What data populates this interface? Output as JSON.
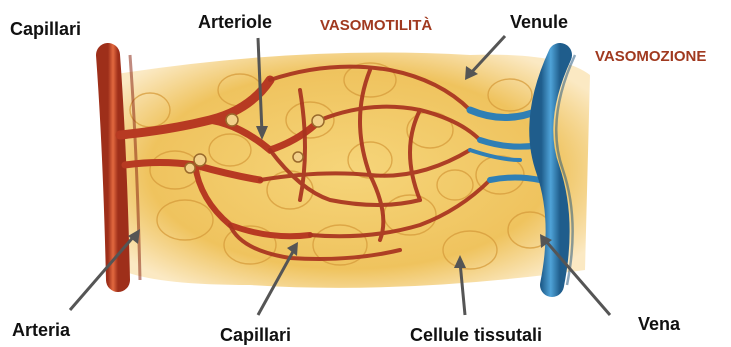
{
  "labels": {
    "capillari_top": "Capillari",
    "arteriole": "Arteriole",
    "vasomotilita": "VASOMOTILITÀ",
    "venule": "Venule",
    "vasomozione": "VASOMOZIONE",
    "arteria": "Arteria",
    "capillari_bottom": "Capillari",
    "cellule": "Cellule tissutali",
    "vena": "Vena"
  },
  "colors": {
    "accent_text": "#a0391f",
    "artery": "#c2452a",
    "vein": "#2f7fb5",
    "tissue": "#f0c766",
    "tissue_outline": "#d69b3b"
  }
}
